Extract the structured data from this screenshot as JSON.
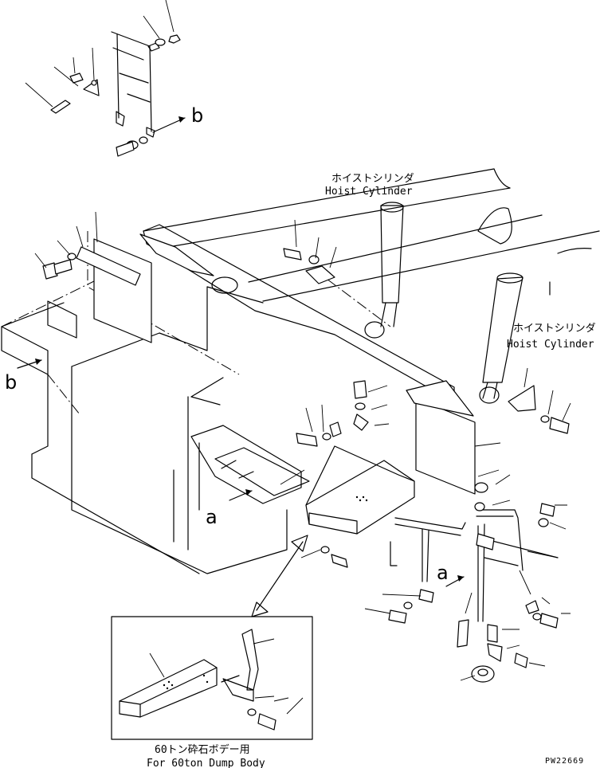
{
  "callouts": {
    "hoist_cylinder_1_jp": "ホイストシリンダ",
    "hoist_cylinder_1_en": "Hoist Cylinder",
    "hoist_cylinder_2_jp": "ホイストシリンダ",
    "hoist_cylinder_2_en": "Hoist Cylinder"
  },
  "view_markers": {
    "b_top": "b",
    "b_left": "b",
    "a_left": "a",
    "a_right": "a"
  },
  "inset": {
    "caption_jp": "60トン砕石ボデー用",
    "caption_en": "For 60ton Dump Body"
  },
  "drawing_code": "PW22669"
}
